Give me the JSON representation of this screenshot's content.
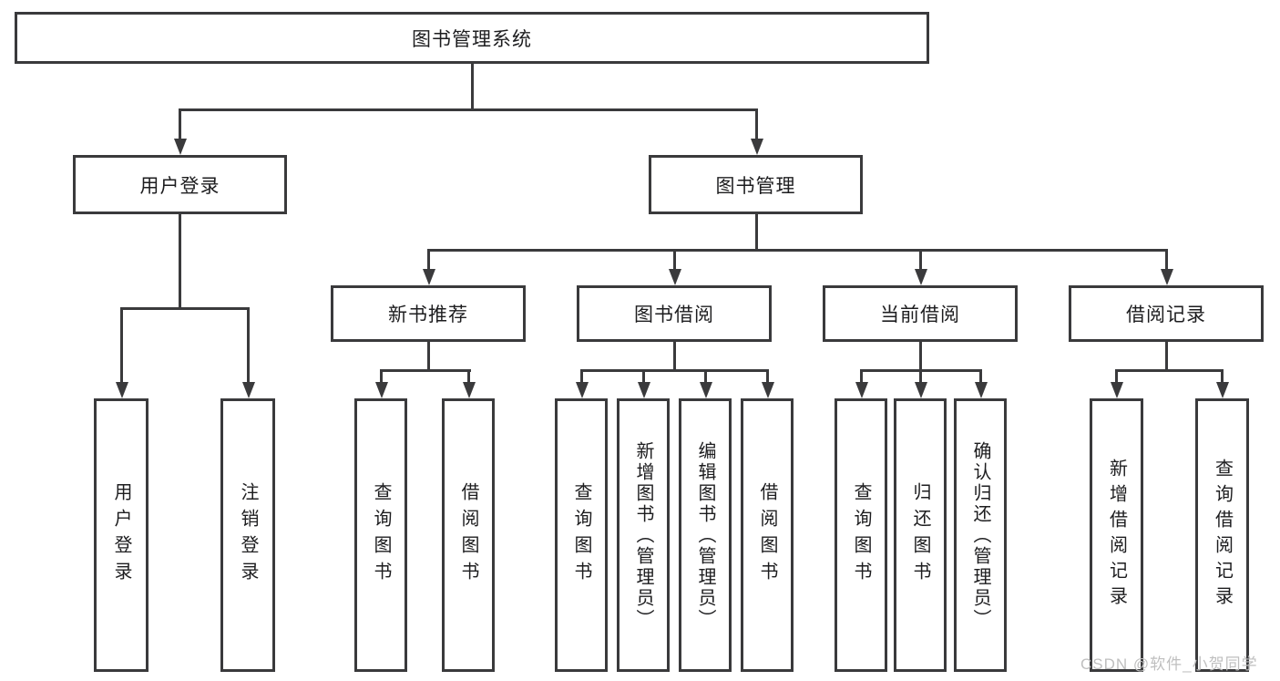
{
  "diagram_title": "图书管理系统",
  "tree": {
    "root": {
      "id": "library-management-system",
      "label": "图书管理系统"
    },
    "children": [
      {
        "id": "user-login-module",
        "label": "用户登录",
        "children": [
          {
            "id": "user-login-action",
            "label": "用户登录"
          },
          {
            "id": "logout-action",
            "label": "注销登录"
          }
        ]
      },
      {
        "id": "book-management-module",
        "label": "图书管理",
        "children": [
          {
            "id": "new-book-recommendation",
            "label": "新书推荐",
            "children": [
              {
                "id": "query-book-1",
                "label": "查询图书"
              },
              {
                "id": "borrow-book-1",
                "label": "借阅图书"
              }
            ]
          },
          {
            "id": "book-borrowing",
            "label": "图书借阅",
            "children": [
              {
                "id": "query-book-2",
                "label": "查询图书"
              },
              {
                "id": "add-book-admin",
                "label": "新增图书（管理员）"
              },
              {
                "id": "edit-book-admin",
                "label": "编辑图书（管理员）"
              },
              {
                "id": "borrow-book-2",
                "label": "借阅图书"
              }
            ]
          },
          {
            "id": "current-borrowing",
            "label": "当前借阅",
            "children": [
              {
                "id": "query-book-3",
                "label": "查询图书"
              },
              {
                "id": "return-book",
                "label": "归还图书"
              },
              {
                "id": "confirm-return-admin",
                "label": "确认归还（管理员）"
              }
            ]
          },
          {
            "id": "borrowing-records",
            "label": "借阅记录",
            "children": [
              {
                "id": "add-borrow-record",
                "label": "新增借阅记录"
              },
              {
                "id": "query-borrow-record",
                "label": "查询借阅记录"
              }
            ]
          }
        ]
      }
    ]
  },
  "watermark": {
    "text": "CSDN @软件_小贺同学"
  },
  "colors": {
    "line": "#3a3a3c",
    "text": "#1d1d1f",
    "background": "#ffffff",
    "watermark": "#bfbfbf"
  }
}
